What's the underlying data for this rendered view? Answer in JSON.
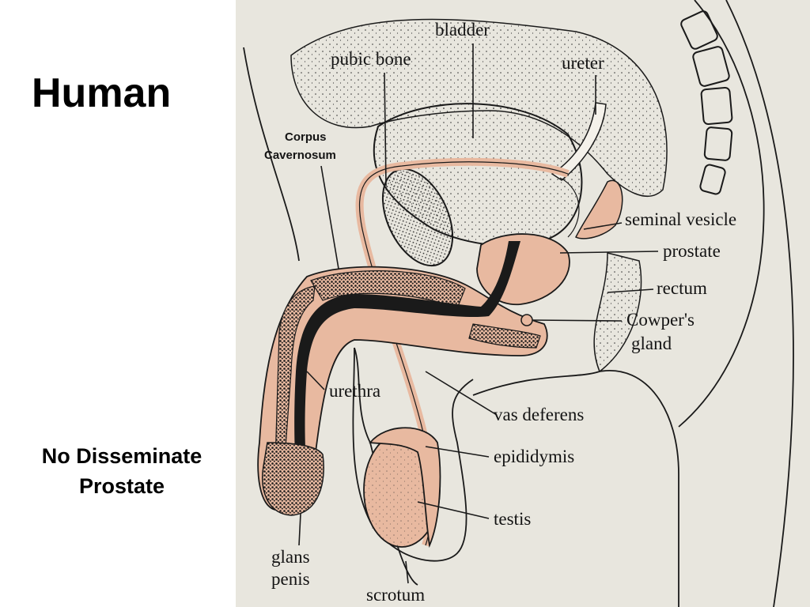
{
  "slide": {
    "title": "Human",
    "caption_line1": "No Disseminate",
    "caption_line2": "Prostate"
  },
  "colors": {
    "panel_bg": "#e8e6de",
    "tissue_pink": "#e8b9a0",
    "dark_tissue": "#1a1a1a",
    "stipple": "#2a2a2a"
  },
  "diagram": {
    "labels": {
      "bladder": "bladder",
      "pubic_bone": "pubic bone",
      "ureter": "ureter",
      "corpus_line1": "Corpus",
      "corpus_line2": "Cavernosum",
      "seminal_vesicle": "seminal vesicle",
      "prostate": "prostate",
      "rectum": "rectum",
      "cowpers_line1": "Cowper's",
      "cowpers_line2": "gland",
      "urethra": "urethra",
      "vas_deferens": "vas deferens",
      "epididymis": "epididymis",
      "testis": "testis",
      "glans_line1": "glans",
      "glans_line2": "penis",
      "scrotum": "scrotum"
    }
  }
}
